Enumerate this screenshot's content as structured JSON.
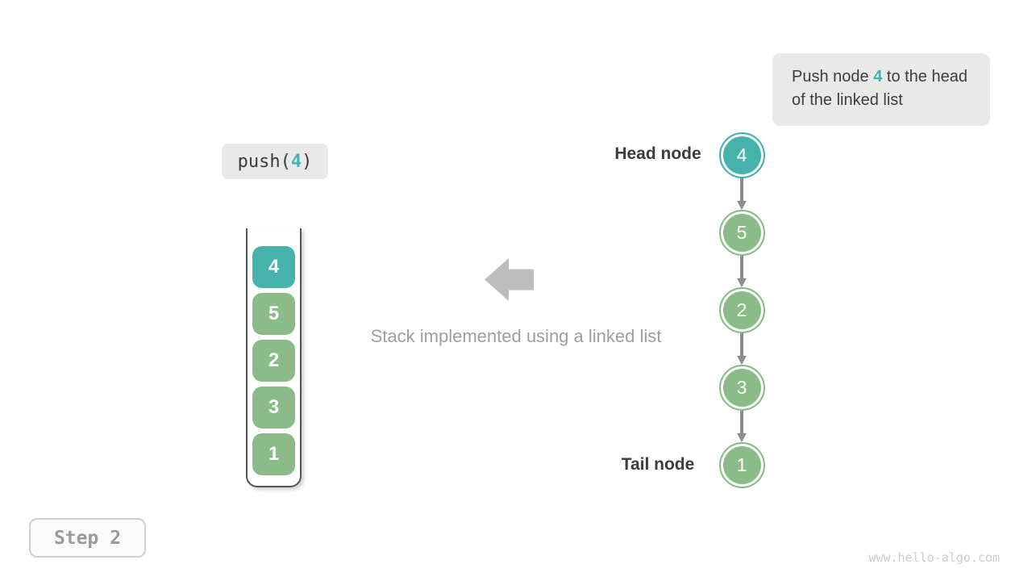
{
  "colors": {
    "accent": "#45b3ab",
    "green": "#8abb89",
    "text_dark": "#3c3c3c",
    "caption_gray": "#9e9e9e",
    "big_arrow": "#bdbdbd",
    "connector": "#8c8c8c",
    "box_bg": "#e9e9e9",
    "container_border": "#525252",
    "step_text": "#9a9a9a",
    "step_border": "#cfcfcf",
    "step_bg": "#fafafa",
    "watermark_gray": "#cccccc"
  },
  "note": {
    "parts": [
      {
        "text": "Push node "
      },
      {
        "text": "4",
        "accent": true
      },
      {
        "text": " to the head of the linked list"
      }
    ]
  },
  "code": {
    "parts": [
      {
        "text": "push("
      },
      {
        "text": "4",
        "accent": true
      },
      {
        "text": ")"
      }
    ]
  },
  "stack": {
    "items": [
      {
        "value": "4",
        "color": "#45b3ab"
      },
      {
        "value": "5",
        "color": "#8abb89"
      },
      {
        "value": "2",
        "color": "#8abb89"
      },
      {
        "value": "3",
        "color": "#8abb89"
      },
      {
        "value": "1",
        "color": "#8abb89"
      }
    ]
  },
  "list": {
    "head_label": "Head node",
    "tail_label": "Tail node",
    "nodes": [
      {
        "value": "4",
        "color": "#45b3ab"
      },
      {
        "value": "5",
        "color": "#8abb89"
      },
      {
        "value": "2",
        "color": "#8abb89"
      },
      {
        "value": "3",
        "color": "#8abb89"
      },
      {
        "value": "1",
        "color": "#8abb89"
      }
    ]
  },
  "caption": "Stack implemented using a linked list",
  "step": {
    "label": "Step 2"
  },
  "watermark": "www.hello-algo.com"
}
